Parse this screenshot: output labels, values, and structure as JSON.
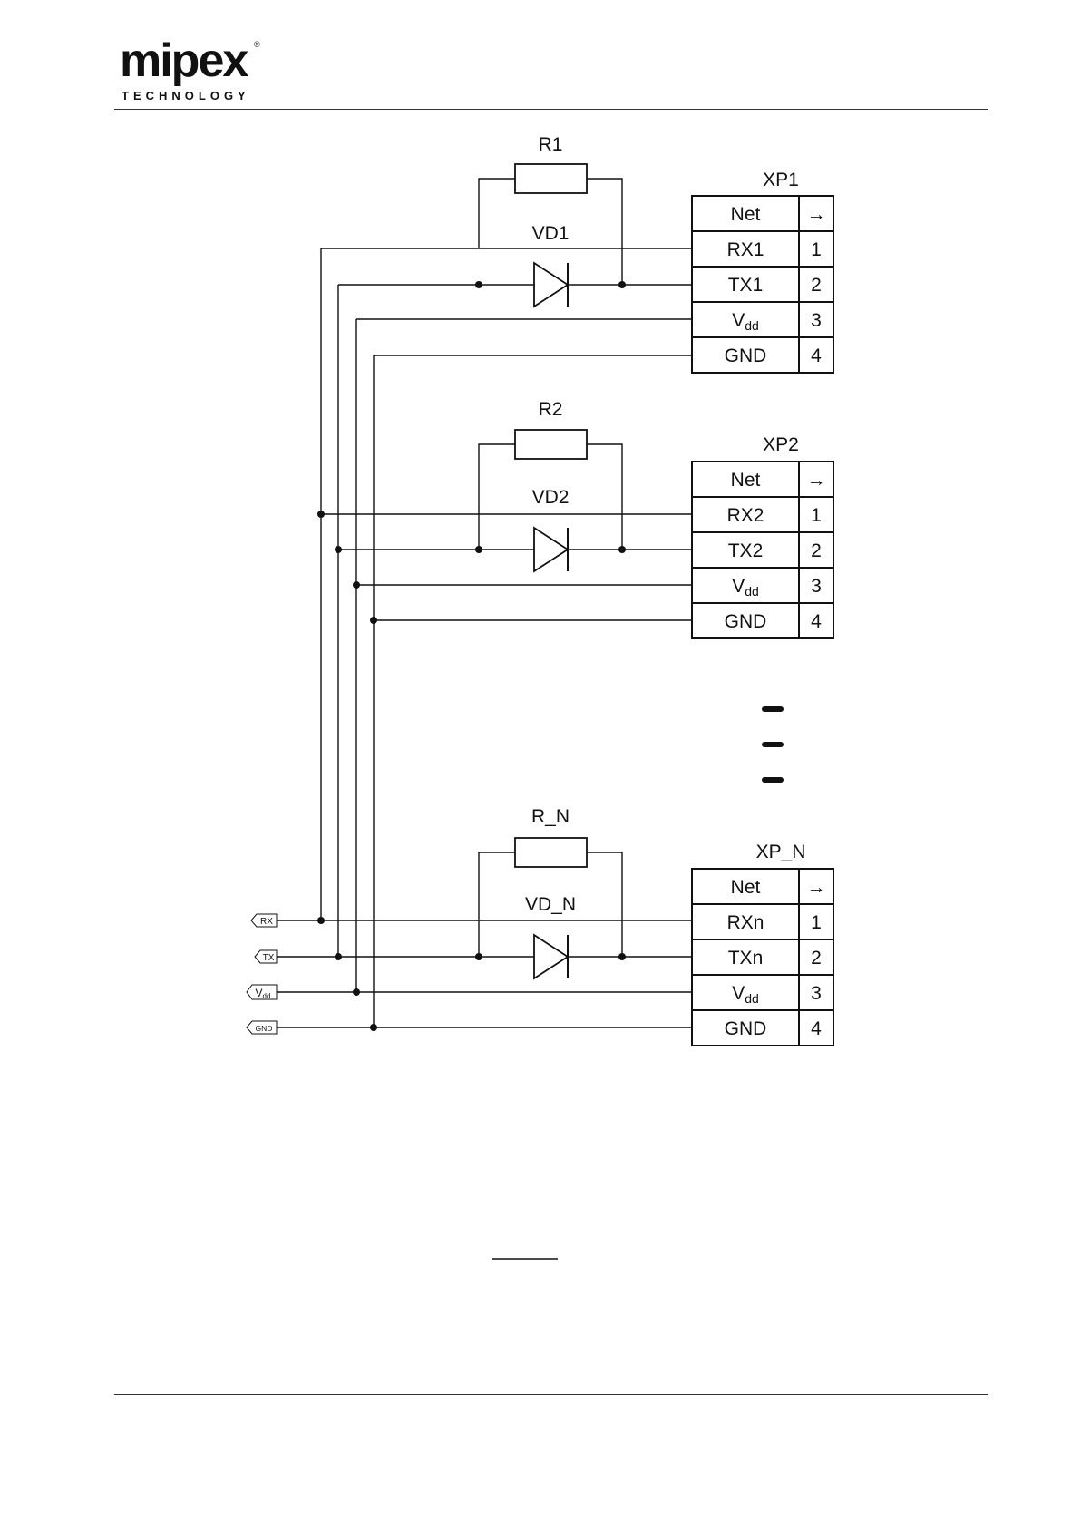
{
  "logo": {
    "brand": "mipex",
    "tagline": "TECHNOLOGY",
    "mark": "®"
  },
  "ports": [
    {
      "main": "RX",
      "sub": ""
    },
    {
      "main": "TX",
      "sub": ""
    },
    {
      "main": "V",
      "sub": "dd"
    },
    {
      "main": "GND",
      "sub": ""
    }
  ],
  "modules": [
    {
      "resistor": "R1",
      "diode": "VD1",
      "connector": "XP1",
      "header": {
        "net": "Net",
        "pin": "→"
      },
      "rows": [
        {
          "net": "RX1",
          "sub": "",
          "pin": "1"
        },
        {
          "net": "TX1",
          "sub": "",
          "pin": "2"
        },
        {
          "net": "V",
          "sub": "dd",
          "pin": "3"
        },
        {
          "net": "GND",
          "sub": "",
          "pin": "4"
        }
      ]
    },
    {
      "resistor": "R2",
      "diode": "VD2",
      "connector": "XP2",
      "header": {
        "net": "Net",
        "pin": "→"
      },
      "rows": [
        {
          "net": "RX2",
          "sub": "",
          "pin": "1"
        },
        {
          "net": "TX2",
          "sub": "",
          "pin": "2"
        },
        {
          "net": "V",
          "sub": "dd",
          "pin": "3"
        },
        {
          "net": "GND",
          "sub": "",
          "pin": "4"
        }
      ]
    },
    {
      "resistor": "R_N",
      "diode": "VD_N",
      "connector": "XP_N",
      "header": {
        "net": "Net",
        "pin": "→"
      },
      "rows": [
        {
          "net": "RXn",
          "sub": "",
          "pin": "1"
        },
        {
          "net": "TXn",
          "sub": "",
          "pin": "2"
        },
        {
          "net": "V",
          "sub": "dd",
          "pin": "3"
        },
        {
          "net": "GND",
          "sub": "",
          "pin": "4"
        }
      ]
    }
  ],
  "page_number": ""
}
